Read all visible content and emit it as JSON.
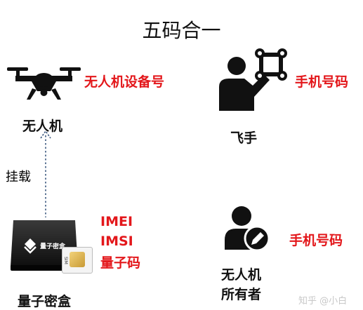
{
  "title": "五码合一",
  "drone": {
    "icon": "drone-icon",
    "caption": "无人机",
    "code_label": "无人机设备号"
  },
  "pilot": {
    "icon": "pilot-with-drone-icon",
    "caption": "飞手",
    "code_label": "手机号码"
  },
  "mount_label": "挂载",
  "quantum_box": {
    "icon": "quantum-box-icon",
    "device_text": "量子密盒",
    "sim_text": "SIM",
    "caption": "量子密盒",
    "codes": [
      "IMEI",
      "IMSI",
      "量子码"
    ]
  },
  "owner": {
    "icon": "user-edit-icon",
    "caption_lines": [
      "无人机",
      "所有者"
    ],
    "code_label": "手机号码"
  },
  "watermark": "知乎 @小白",
  "colors": {
    "accent_red": "#e3171b",
    "arrow_blue": "#3d5a80",
    "icon_black": "#111111"
  }
}
